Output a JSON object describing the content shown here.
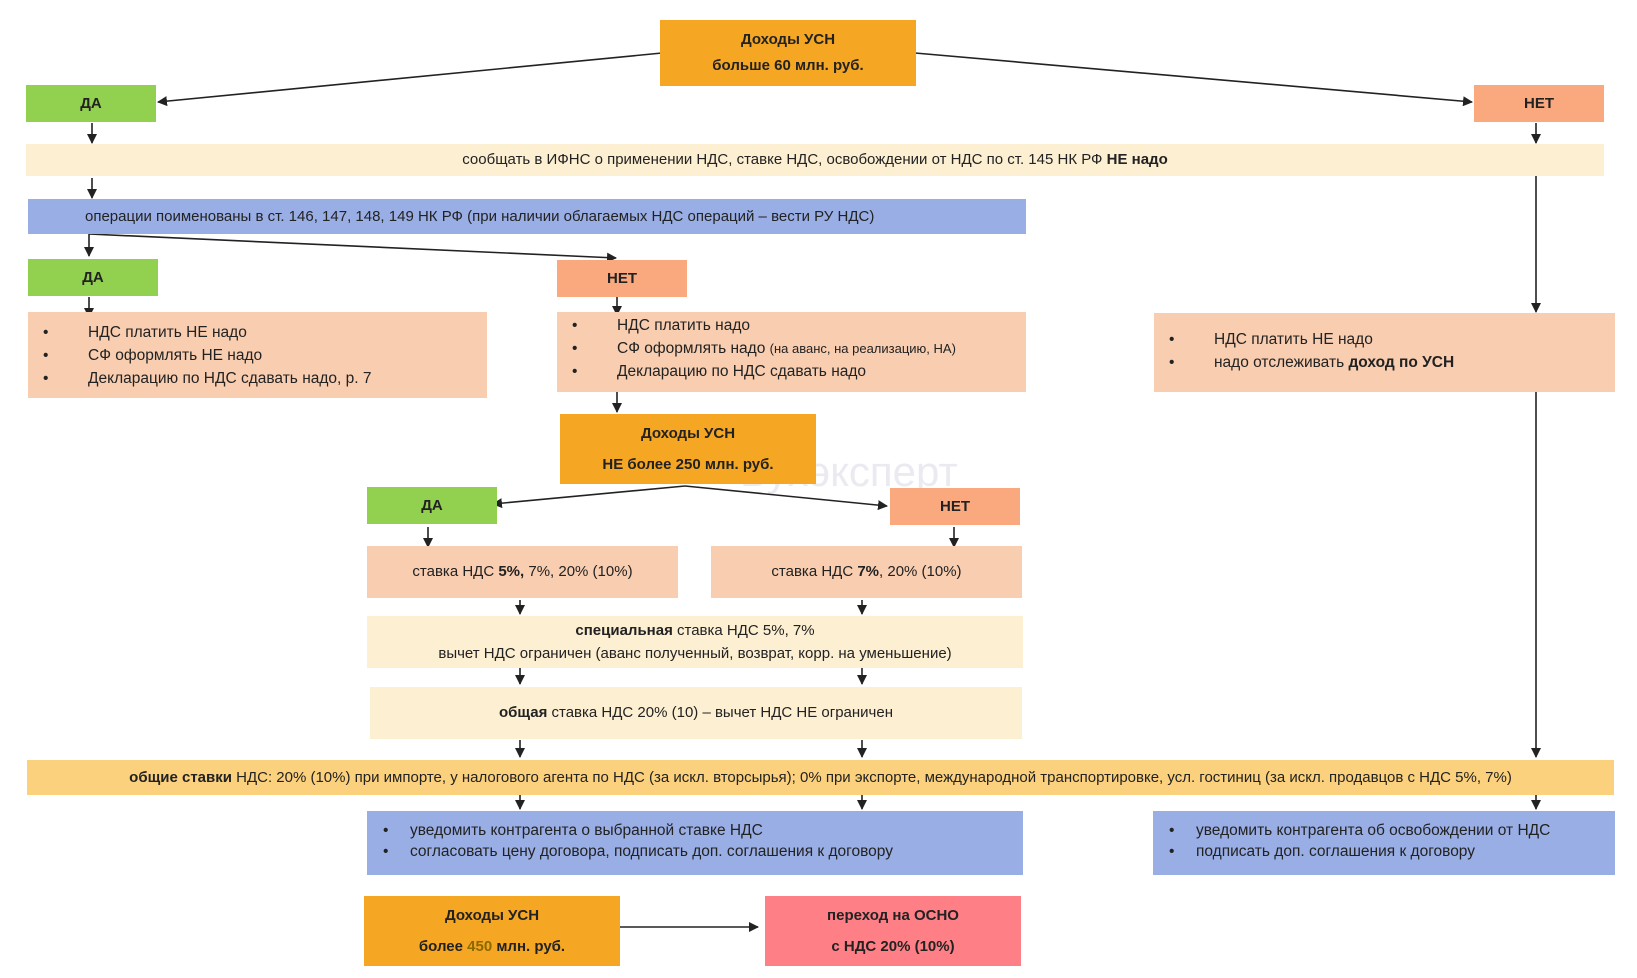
{
  "watermark": "Бухэксперт",
  "top": {
    "line1": "Доходы УСН",
    "line2": "больше 60 млн. руб."
  },
  "yes1": "ДА",
  "no1": "НЕТ",
  "notify": {
    "text": "сообщать в ИФНС о применении НДС, ставке НДС, освобождении от НДС по ст. 145 НК РФ ",
    "bold": "НЕ надо"
  },
  "ops": "операции поименованы в ст. 146, 147, 148, 149 НК РФ (при наличии облагаемых НДС операций – вести РУ НДС)",
  "yes2": "ДА",
  "no2": "НЕТ",
  "list_yes": [
    "НДС платить НЕ надо",
    "СФ оформлять НЕ надо",
    "Декларацию по НДС сдавать надо, р. 7"
  ],
  "list_no": {
    "item1": "НДС платить надо",
    "item2": "СФ оформлять надо ",
    "item2_small": "(на аванс, на реализацию, НА)",
    "item3": "Декларацию по НДС сдавать надо"
  },
  "list_right": {
    "item1": "НДС платить НЕ надо",
    "item2": "надо отслеживать ",
    "item2_bold": "доход по УСН"
  },
  "mid": {
    "line1": "Доходы УСН",
    "line2": "НЕ более 250 млн. руб."
  },
  "yes3": "ДА",
  "no3": "НЕТ",
  "rate_yes": {
    "pre": "ставка НДС ",
    "bold": "5%,",
    "post": " 7%, 20% (10%)"
  },
  "rate_no": {
    "pre": "ставка НДС ",
    "bold": "7%",
    "post": ", 20% (10%)"
  },
  "special": {
    "bold": "специальная",
    "rest": " ставка НДС 5%, 7%",
    "line2": "вычет НДС ограничен (аванс полученный, возврат, корр. на уменьшение)"
  },
  "general": {
    "bold": "общая",
    "rest": " ставка НДС 20% (10) – вычет НДС НЕ ограничен"
  },
  "common": {
    "bold": "общие ставки",
    "rest": " НДС: 20% (10%) при импорте, у налогового агента по НДС (за искл. вторсырья); 0% при экспорте, международной транспортировке, усл. гостиниц (за искл. продавцов с НДС 5%, 7%)"
  },
  "notify_left": [
    "уведомить контрагента о выбранной ставке НДС",
    "согласовать цену договора, подписать доп. соглашения к договору"
  ],
  "notify_right": [
    "уведомить контрагента об освобождении от НДС",
    "подписать доп. соглашения к договору"
  ],
  "bottom_left": {
    "line1": "Доходы УСН",
    "line2_pre": "более ",
    "line2_num": "450",
    "line2_post": " млн. руб."
  },
  "bottom_right": {
    "line1": "переход на ОСНО",
    "line2": "с НДС 20% (10%)"
  }
}
